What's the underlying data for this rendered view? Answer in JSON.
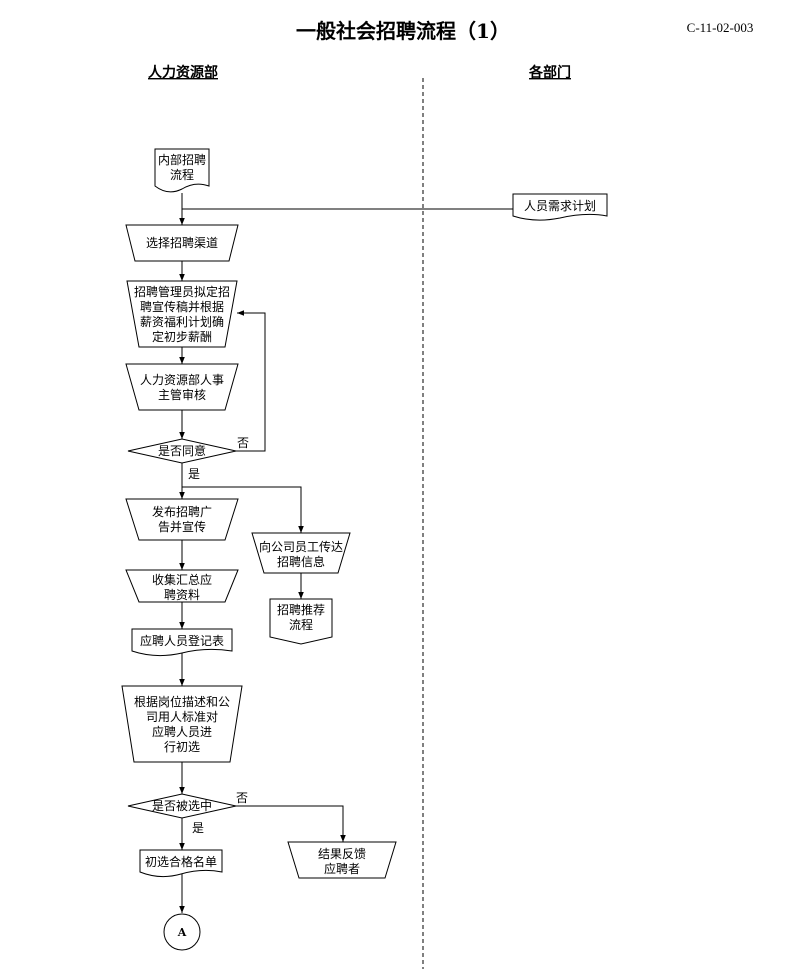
{
  "header": {
    "title": "一般社会招聘流程（1）",
    "code": "C-11-02-003"
  },
  "lanes": {
    "left": "人力资源部",
    "right": "各部门"
  },
  "nodes": {
    "internal_recruit": [
      "内部招聘",
      "流程"
    ],
    "demand_plan": [
      "人员需求计划"
    ],
    "select_channel": [
      "选择招聘渠道"
    ],
    "draft": [
      "招聘管理员拟定招",
      "聘宣传稿并根据",
      "薪资福利计划确",
      "定初步薪酬"
    ],
    "review": [
      "人力资源部人事",
      "主管审核"
    ],
    "agree": [
      "是否同意"
    ],
    "publish": [
      "发布招聘广",
      "告并宣传"
    ],
    "notify": [
      "向公司员工传达",
      "招聘信息"
    ],
    "referral": [
      "招聘推荐",
      "流程"
    ],
    "collect": [
      "收集汇总应",
      "聘资料"
    ],
    "register": [
      "应聘人员登记表"
    ],
    "screen": [
      "根据岗位描述和公",
      "司用人标准对",
      "应聘人员进",
      "行初选"
    ],
    "selected": [
      "是否被选中"
    ],
    "shortlist": [
      "初选合格名单"
    ],
    "feedback": [
      "结果反馈",
      "应聘者"
    ],
    "connector": [
      "A"
    ]
  },
  "edge_labels": {
    "no1": "否",
    "yes1": "是",
    "no2": "否",
    "yes2": "是"
  }
}
